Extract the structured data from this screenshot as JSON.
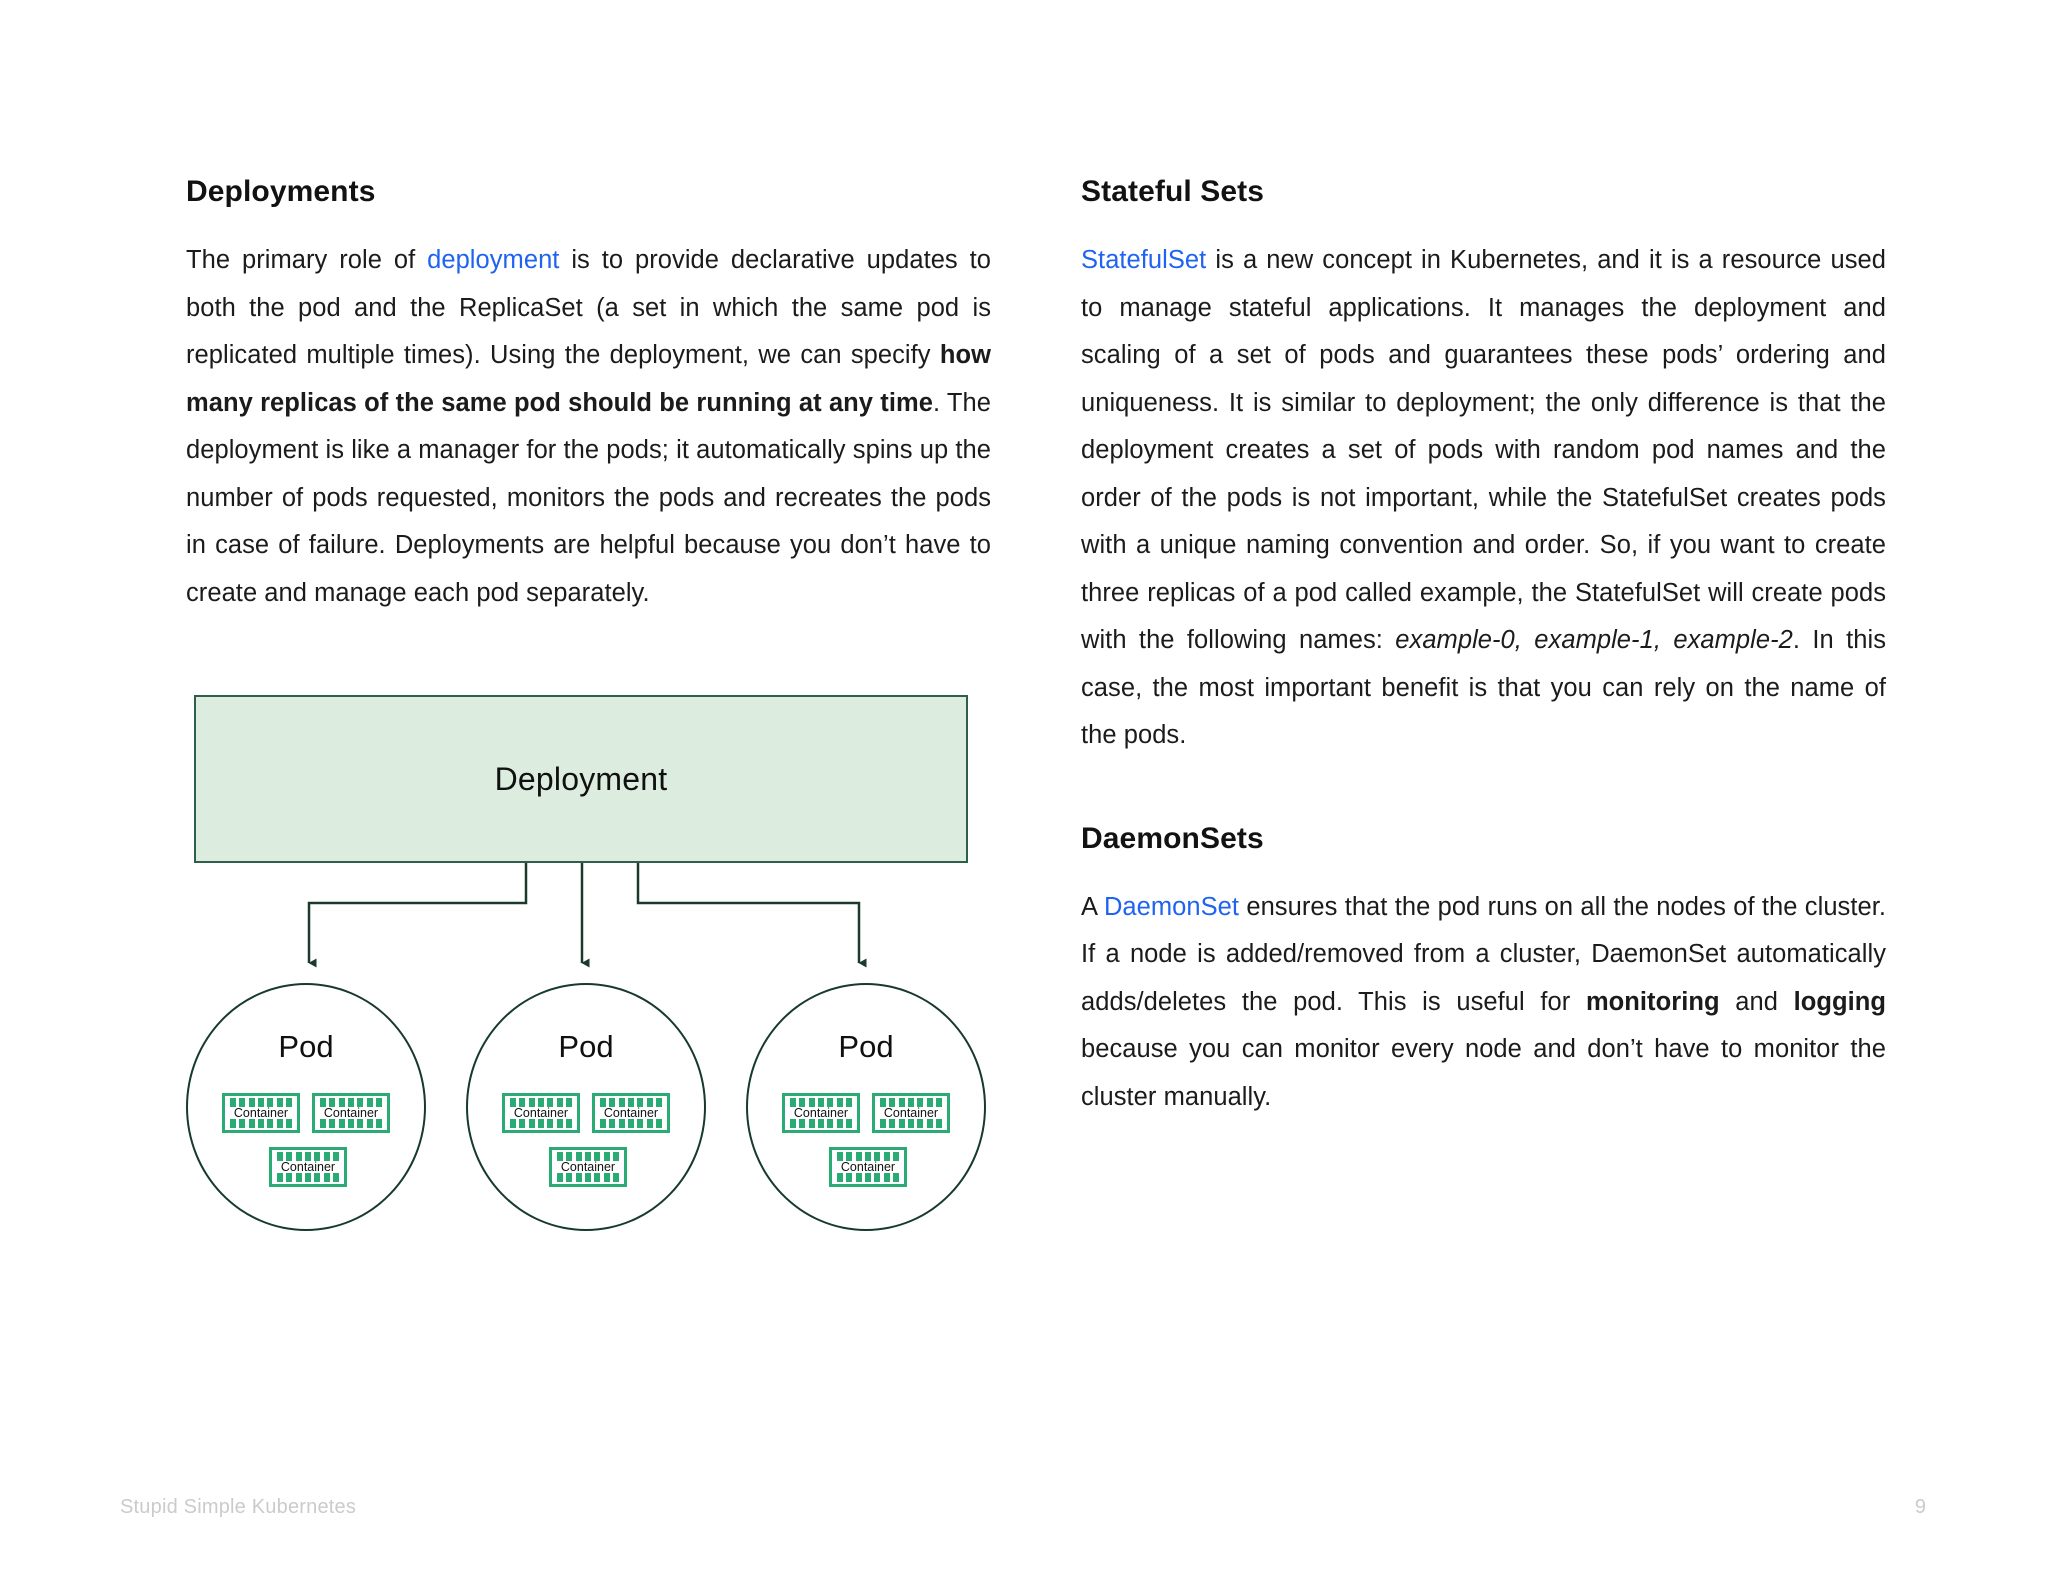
{
  "document": {
    "footer_title": "Stupid Simple Kubernetes",
    "page_number": "9"
  },
  "left_column": {
    "heading": "Deployments",
    "paragraph": {
      "part1": "The primary role of ",
      "link": "deployment",
      "part2": " is to provide declarative updates to both the pod and the ReplicaSet (a set in which the same pod is replicated multiple times). Using the deployment, we can specify ",
      "bold": "how many replicas of the same pod should be running at any time",
      "part3": ". The deployment is like a manager for the pods; it automatically spins up the number of pods requested, monitors the pods and recreates the pods in case of failure. Deployments are helpful because you don’t have to create and manage each pod separately."
    }
  },
  "right_column": {
    "heading_stateful": "Stateful Sets",
    "stateful_paragraph": {
      "link": "StatefulSet",
      "part1": " is a new concept in Kubernetes, and it is a resource used to manage stateful applications. It manages the deployment and scaling of a set of pods and guarantees these pods’ ordering and uniqueness. It is similar to deployment; the only difference is that the deployment creates a set of pods with random pod names and the order of the pods is not important, while the StatefulSet creates pods with a unique naming convention and order. So, if you want to create three replicas of a pod called example, the StatefulSet will create pods with the following names: ",
      "italic": "example-0, example-1, example-2",
      "part2": ". In this case, the most important benefit is that you can rely on the name of the pods."
    },
    "heading_daemon": "DaemonSets",
    "daemon_paragraph": {
      "part1": "A ",
      "link": "DaemonSet",
      "part2": " ensures that the pod runs on all the nodes of the cluster. If a node is added/removed from a cluster, DaemonSet automatically adds/deletes the pod. This is useful for ",
      "bold1": "monitoring",
      "part3": " and ",
      "bold2": "logging",
      "part4": " because you can monitor every node and don’t have to monitor the cluster manually."
    }
  },
  "diagram": {
    "deployment_label": "Deployment",
    "pods": [
      {
        "label": "Pod",
        "containers": [
          "Container",
          "Container",
          "Container"
        ]
      },
      {
        "label": "Pod",
        "containers": [
          "Container",
          "Container",
          "Container"
        ]
      },
      {
        "label": "Pod",
        "containers": [
          "Container",
          "Container",
          "Container"
        ]
      }
    ],
    "colors": {
      "box_fill": "#dcecdf",
      "box_border": "#2f5f4c",
      "pod_border": "#173a2b",
      "container_border": "#2bab74",
      "link": "#1f63f0"
    }
  }
}
